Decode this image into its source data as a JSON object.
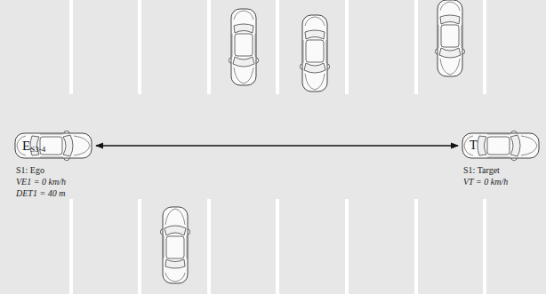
{
  "diagram": {
    "nodes": [
      {
        "text": [
          "E",
          "S3-4"
        ]
      },
      {
        "text": [
          "T"
        ]
      }
    ],
    "edges": [
      {
        "from": 0,
        "to": 1,
        "arrow": "both"
      }
    ],
    "labels": [
      "S1: Ego",
      "VE1 = 0 km/h",
      "DET1 = 40 m",
      "S1: Target",
      "VT = 0 km/h"
    ]
  }
}
